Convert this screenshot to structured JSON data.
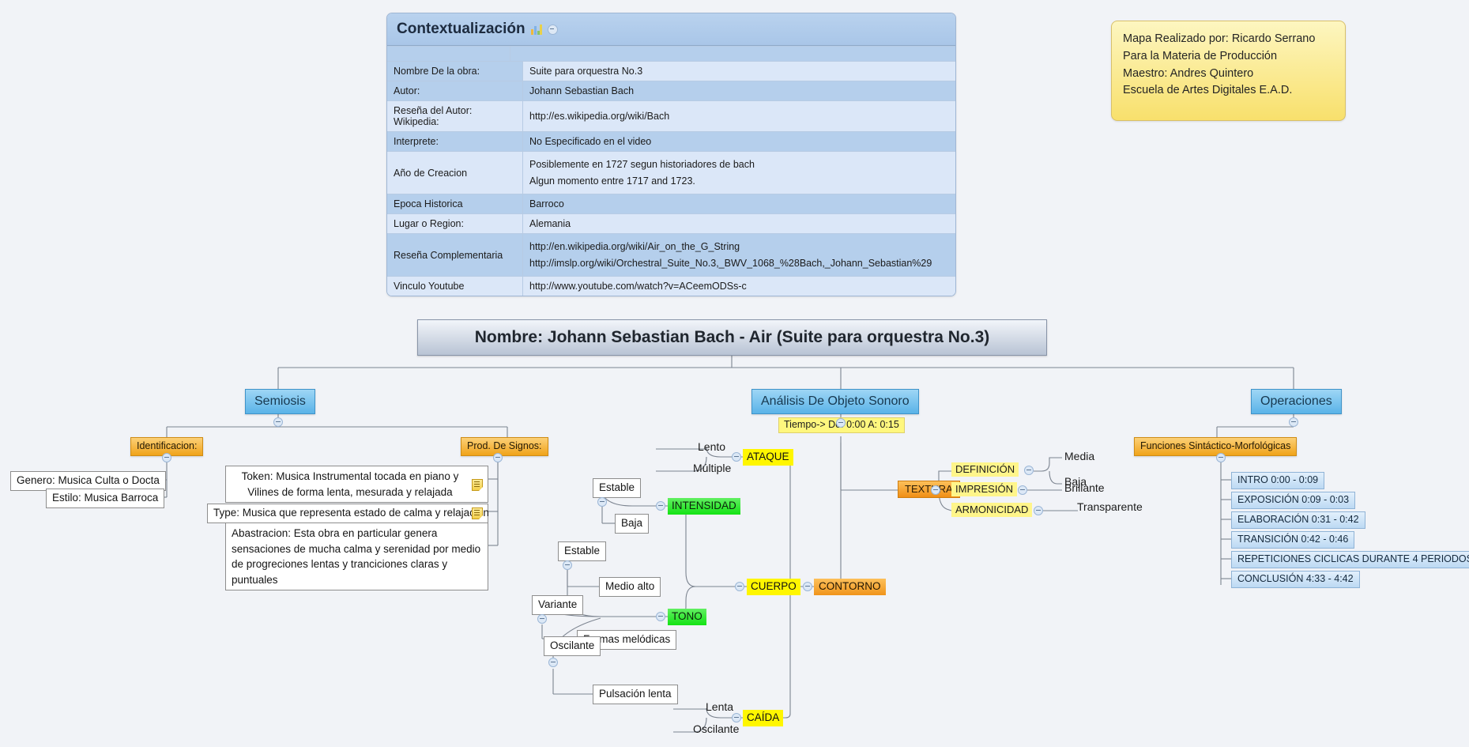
{
  "context_table": {
    "title": "Contextualización",
    "icon": "bar-chart-icon",
    "rows": [
      {
        "label": "",
        "values": [
          ""
        ]
      },
      {
        "label": "Nombre De la obra:",
        "values": [
          "Suite para orquestra No.3"
        ]
      },
      {
        "label": "Autor:",
        "values": [
          "Johann Sebastian Bach"
        ]
      },
      {
        "label": "Reseña del Autor: Wikipedia:",
        "values": [
          "http://es.wikipedia.org/wiki/Bach"
        ]
      },
      {
        "label": "Interprete:",
        "values": [
          "No Especificado en el video"
        ]
      },
      {
        "label": "Año de Creacion",
        "values": [
          "Posiblemente en 1727 segun historiadores de bach",
          "Algun momento entre  1717 and 1723."
        ]
      },
      {
        "label": "Epoca Historica",
        "values": [
          "Barroco"
        ]
      },
      {
        "label": "Lugar o Region:",
        "values": [
          "Alemania"
        ]
      },
      {
        "label": "Reseña Complementaria",
        "values": [
          "http://en.wikipedia.org/wiki/Air_on_the_G_String",
          "http://imslp.org/wiki/Orchestral_Suite_No.3,_BWV_1068_%28Bach,_Johann_Sebastian%29"
        ]
      },
      {
        "label": "Vinculo Youtube",
        "values": [
          "http://www.youtube.com/watch?v=ACeemODSs-c"
        ]
      }
    ]
  },
  "author_note": {
    "line1": "Mapa Realizado por: Ricardo Serrano",
    "line2": "Para la Materia de Producción",
    "line3": "Maestro: Andres Quintero",
    "line4": "Escuela de Artes Digitales E.A.D."
  },
  "root": {
    "label": "Nombre: Johann Sebastian Bach - Air (Suite para orquestra No.3)"
  },
  "semiosis": {
    "label": "Semiosis",
    "identificacion": {
      "label": "Identificacion:",
      "children": [
        "Genero: Musica Culta o Docta",
        "Estilo: Musica  Barroca"
      ]
    },
    "prod_signos": {
      "label": "Prod. De Signos:",
      "token": "Token: Musica Instrumental tocada en piano y Vilines de forma lenta, mesurada y relajada",
      "type": "Type: Musica que representa estado de calma y relajacion",
      "abstraccion": "Abastracion: Esta obra en particular genera sensaciones de mucha calma y serenidad por medio de progreciones lentas y tranciciones claras y puntuales"
    }
  },
  "analisis": {
    "label": "Análisis  De Objeto Sonoro",
    "tiempo": "Tiempo-> De: 0:00    A:  0:15",
    "contorno": {
      "label": "CONTORNO",
      "ataque": {
        "label": "ATAQUE",
        "children": [
          "Lento",
          "Múltiple"
        ]
      },
      "cuerpo": {
        "label": "CUERPO",
        "intensidad": {
          "label": "INTENSIDAD",
          "children": [
            "Estable",
            "Baja"
          ]
        },
        "tono": {
          "label": "TONO",
          "children": [
            "Estable",
            "Medio alto",
            "Variante",
            "Formas melódicas",
            "Oscilante",
            "Pulsación lenta"
          ]
        }
      },
      "caida": {
        "label": "CAÍDA",
        "children": [
          "Lenta",
          "Oscilante"
        ]
      }
    },
    "textura": {
      "label": "TEXTURA",
      "items": [
        {
          "label": "DEFINICIÓN",
          "children": [
            "Media",
            "Baja"
          ]
        },
        {
          "label": "IMPRESIÓN",
          "children": [
            "Brillante"
          ]
        },
        {
          "label": "ARMONICIDAD",
          "children": [
            "Transparente"
          ]
        }
      ]
    }
  },
  "operaciones": {
    "label": "Operaciones",
    "funciones": {
      "label": "Funciones Sintáctico-Morfológicas",
      "items": [
        "INTRO 0:00 - 0:09",
        "EXPOSICIÓN  0:09 - 0:03",
        "ELABORACIÓN 0:31 - 0:42",
        "TRANSICIÓN 0:42 - 0:46",
        "REPETICIONES CICLICAS DURANTE 4 PERIODOS",
        "CONCLUSIÓN 4:33 - 4:42"
      ]
    }
  },
  "colors": {
    "background": "#f1f3f7",
    "blue_node": "#5ab3e8",
    "orange_node": "#f0a31a",
    "highlight_yellow": "#fff600",
    "highlight_green": "#14e314",
    "note_yellow": "#f8e06c"
  }
}
